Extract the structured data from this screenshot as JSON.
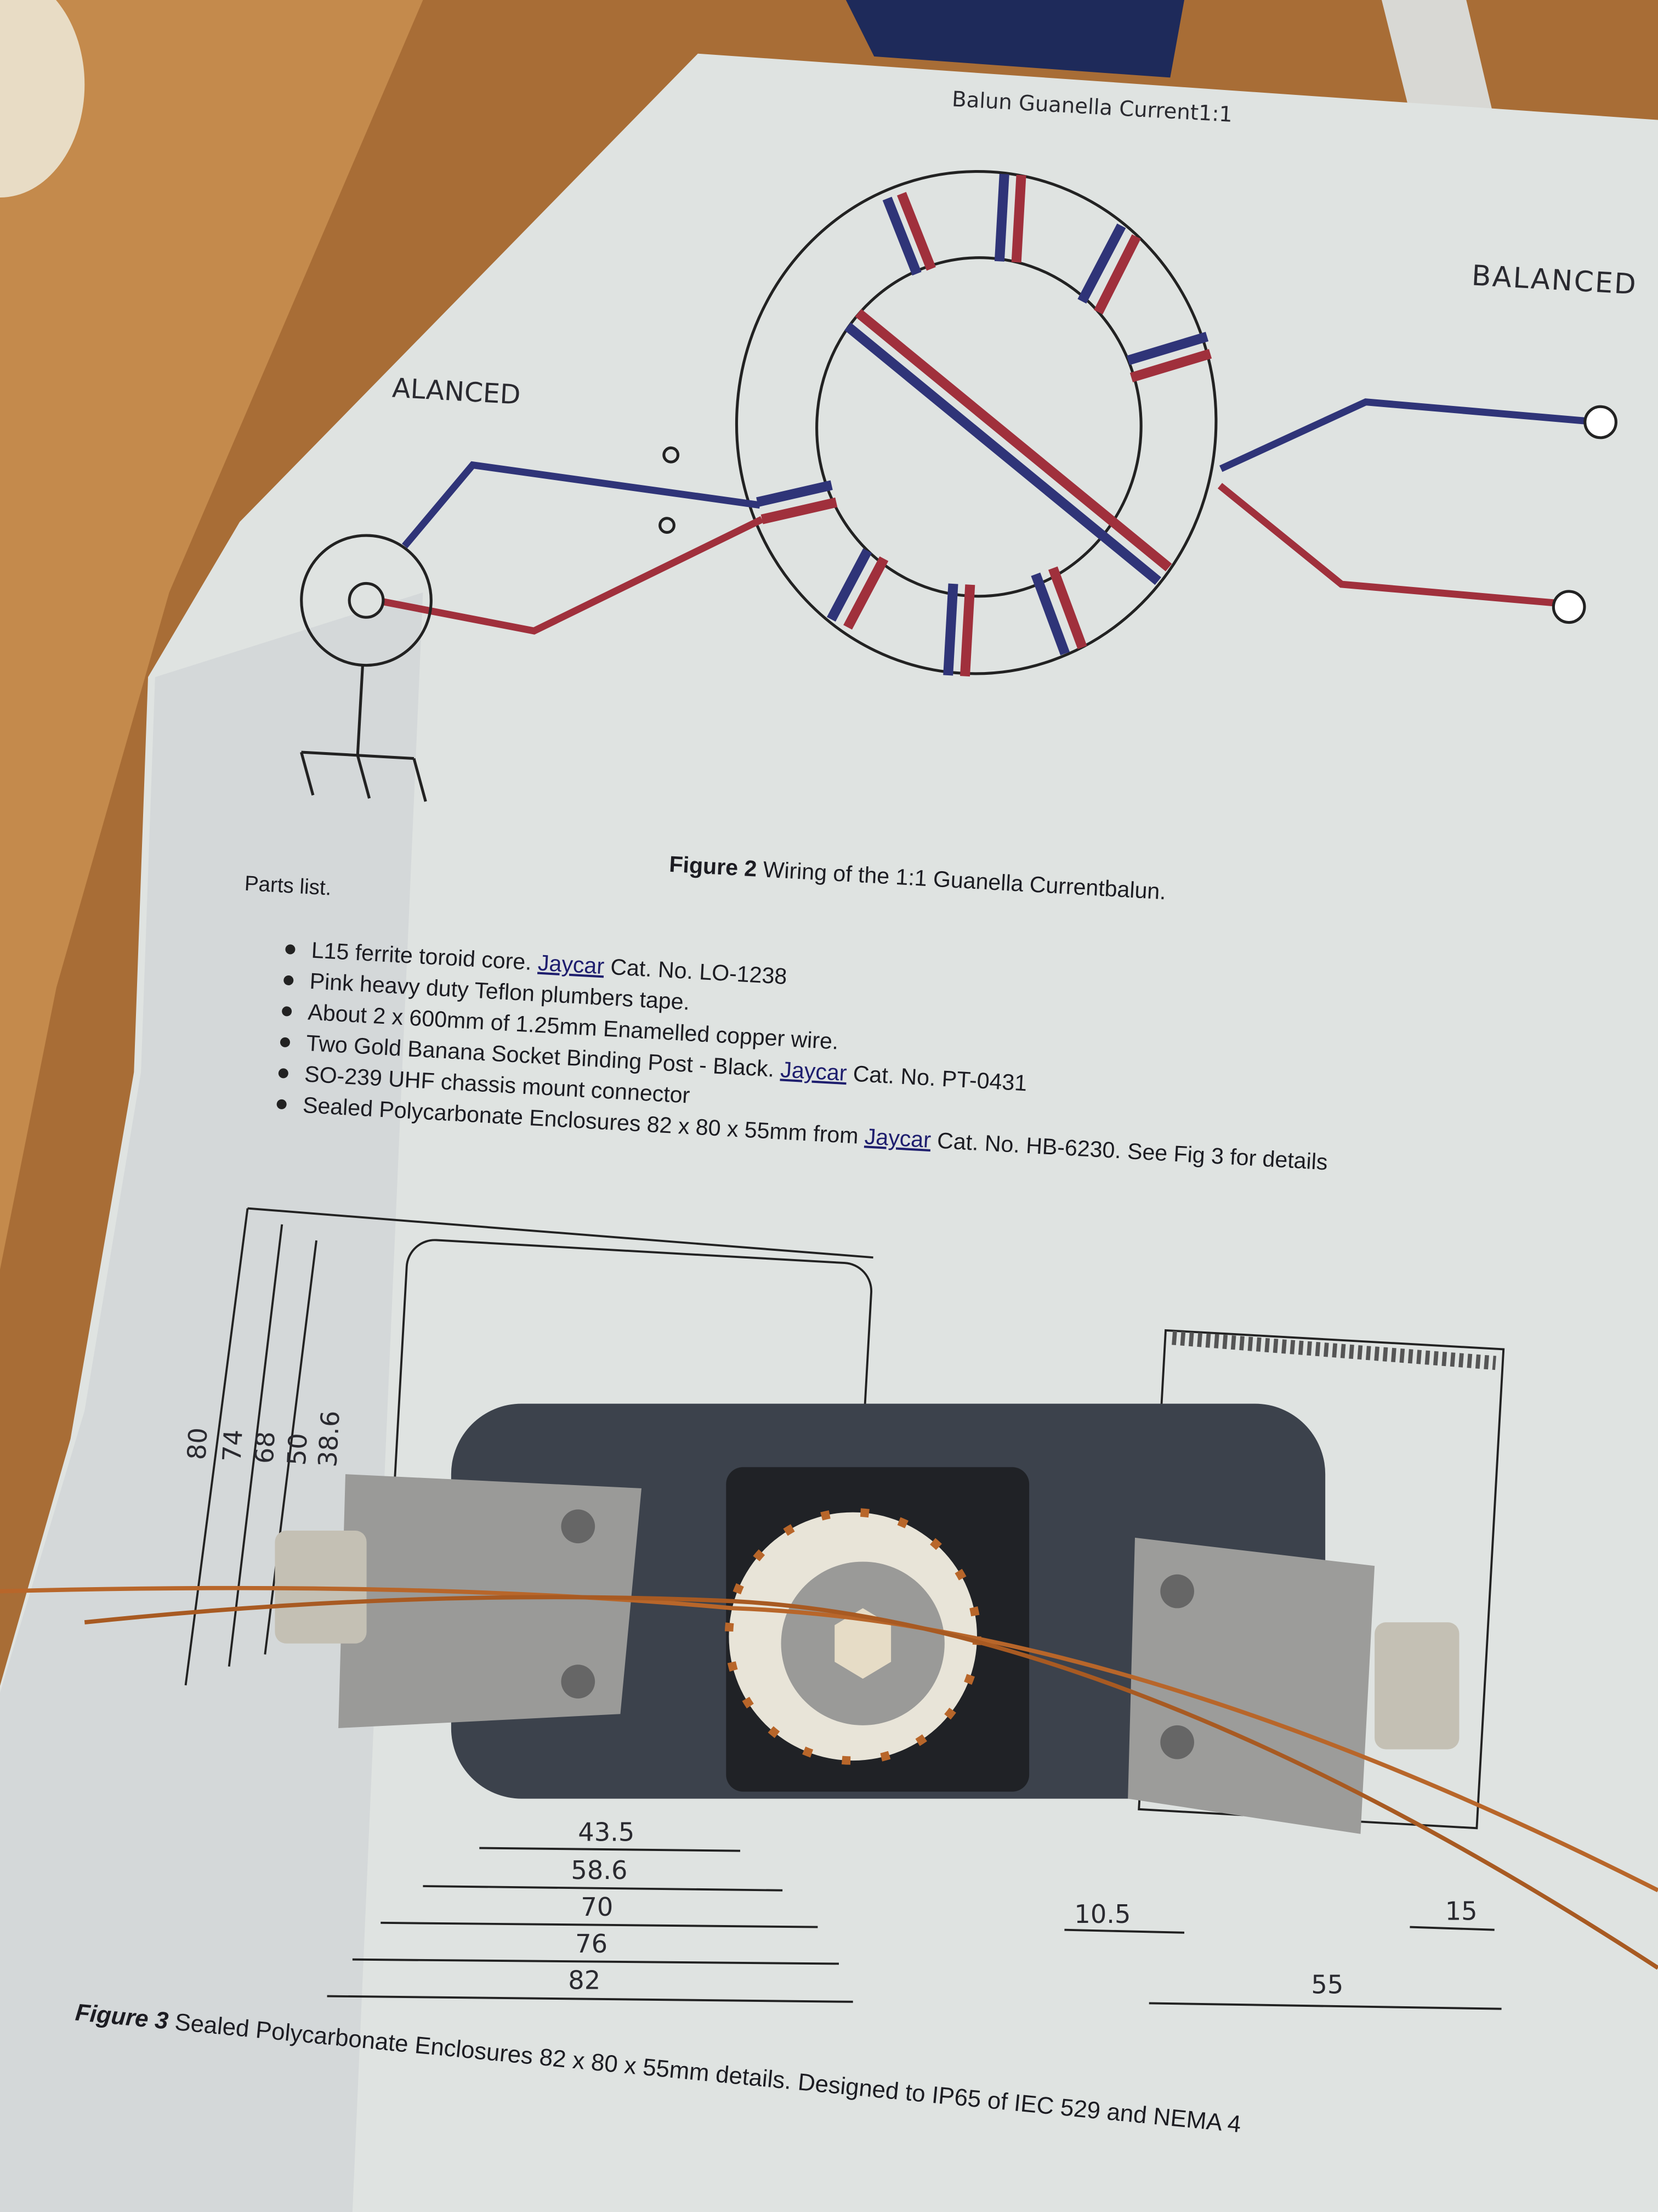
{
  "diagram": {
    "title": "Balun Guanella Current1:1",
    "label_right": "BALANCED",
    "label_left": "ALANCED"
  },
  "figure2_caption": {
    "bold": "Figure 2",
    "text": " Wiring of the 1:1 Guanella Currentbalun."
  },
  "parts_list": {
    "heading": "Parts list.",
    "items": [
      {
        "pre": "L15 ferrite toroid core. ",
        "link": "Jaycar",
        "post": " Cat. No. LO-1238"
      },
      {
        "pre": "Pink heavy duty Teflon plumbers tape.",
        "link": "",
        "post": ""
      },
      {
        "pre": "About 2 x 600mm of 1.25mm Enamelled copper wire.",
        "link": "",
        "post": ""
      },
      {
        "pre": "Two Gold Banana Socket Binding Post - Black. ",
        "link": "Jaycar",
        "post": " Cat. No. PT-0431"
      },
      {
        "pre": "SO-239 UHF chassis mount connector",
        "link": "",
        "post": ""
      },
      {
        "pre": "Sealed Polycarbonate Enclosures 82 x 80 x 55mm from ",
        "link": "Jaycar",
        "post": " Cat. No. HB-6230. See Fig 3 for details"
      }
    ]
  },
  "figure3": {
    "dims_horizontal": [
      "43.5",
      "58.6",
      "70",
      "76",
      "82"
    ],
    "dims_vertical": [
      "80",
      "74",
      "68",
      "50",
      "38.6"
    ],
    "dims_side": [
      "10.5",
      "15",
      "55"
    ],
    "caption_bold": "Figure 3",
    "caption_text": " Sealed Polycarbonate Enclosures 82 x 80 x 55mm details. Designed to IP65 of IEC 529 and NEMA 4"
  },
  "colors": {
    "wire_blue": "#2f3478",
    "wire_red": "#a0303c",
    "copper": "#b8662a",
    "paper": "#dfe3e1",
    "wood": "#b47a40"
  }
}
